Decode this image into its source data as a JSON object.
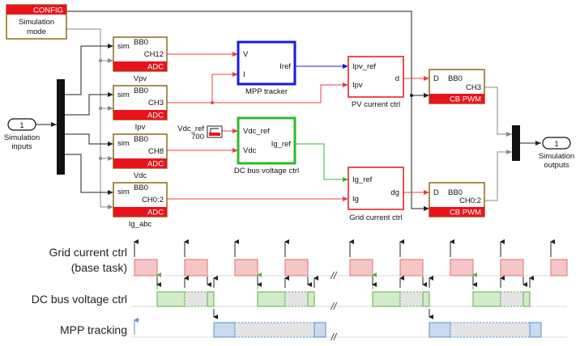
{
  "config_block": {
    "tag": "CONFIG",
    "label_line1": "Simulation",
    "label_line2": "mode"
  },
  "inport": {
    "number": "1",
    "label_line1": "Simulation",
    "label_line2": "inputs"
  },
  "outport": {
    "number": "1",
    "label_line1": "Simulation",
    "label_line2": "outputs"
  },
  "adc_blocks": [
    {
      "port_sim": "sim",
      "board": "BB0",
      "channel": "CH12",
      "footer": "ADC",
      "caption": "Vpv"
    },
    {
      "port_sim": "sim",
      "board": "BB0",
      "channel": "CH3",
      "footer": "ADC",
      "caption": "Ipv"
    },
    {
      "port_sim": "sim",
      "board": "BB0",
      "channel": "CH8",
      "footer": "ADC",
      "caption": "Vdc"
    },
    {
      "port_sim": "sim",
      "board": "BB0",
      "channel": "CH0:2",
      "footer": "ADC",
      "caption": "Ig_abc"
    }
  ],
  "mppt": {
    "in1": "V",
    "in2": "I",
    "out": "Iref",
    "caption": "MPP tracker"
  },
  "pv_ctrl": {
    "in1": "Ipv_ref",
    "in2": "Ipv",
    "out": "d",
    "caption": "PV current ctrl"
  },
  "dc_ctrl": {
    "in1": "Vdc_ref",
    "in2": "Vdc",
    "out": "Ig_ref",
    "caption": "DC bus voltage ctrl"
  },
  "grid_ctrl": {
    "in1": "Ig_ref",
    "in2": "Ig",
    "out": "dg",
    "caption": "Grid current ctrl"
  },
  "vdc_ref_const": {
    "name": "Vdc_ref",
    "value": "700"
  },
  "pwm_blocks": [
    {
      "port_d": "D",
      "board": "BB0",
      "channel": "CH3",
      "footer": "CB PWM"
    },
    {
      "port_d": "D",
      "board": "BB0",
      "channel": "CH0:2",
      "footer": "CB PWM"
    }
  ],
  "timing": {
    "row1_line1": "Grid current ctrl",
    "row1_line2": "(base task)",
    "row2": "DC bus voltage ctrl",
    "row3": "MPP tracking",
    "break_mark": "//"
  },
  "colors": {
    "block_border_brown": "#8a6a1a",
    "adc_red": "#e8141c",
    "mppt_blue": "#1a1ad8",
    "dc_green": "#2fb82f",
    "ctrl_red": "#e85050",
    "wire_red": "#e84040",
    "wire_blue": "#1a1ad8",
    "wire_green": "#2fb82f",
    "timing_red_fill": "#f6c6c6",
    "timing_green_fill": "#d2ecc8",
    "timing_blue_fill": "#c8daf0",
    "timing_grey_fill": "#e4e4e4"
  }
}
